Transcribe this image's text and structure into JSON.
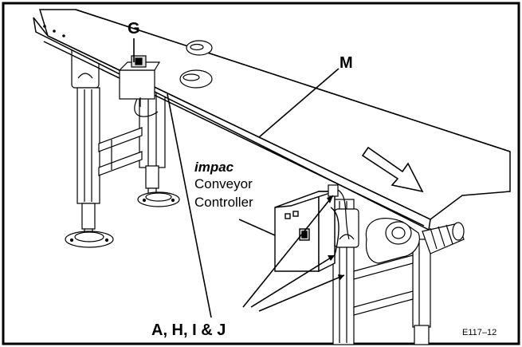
{
  "labels": {
    "g": "G",
    "m": "M",
    "brand": "impac",
    "controller_line1": "Conveyor",
    "controller_line2": "Controller",
    "bottom_group": "A, H, I & J",
    "figure_id": "E117–12"
  },
  "colors": {
    "line": "#000000",
    "background": "#ffffff"
  }
}
